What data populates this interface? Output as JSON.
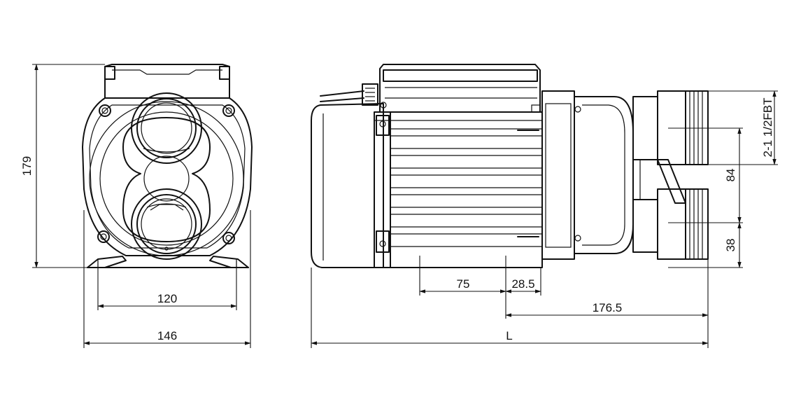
{
  "dimensions": {
    "height_front": "179",
    "foot_spacing": "120",
    "base_width": "146",
    "port_offset": "75",
    "motor_to_pump": "28.5",
    "pump_length": "176.5",
    "overall_length": "L",
    "port_spacing": "84",
    "lower_port_height": "38",
    "thread_spec": "2-1 1/2FBT"
  }
}
